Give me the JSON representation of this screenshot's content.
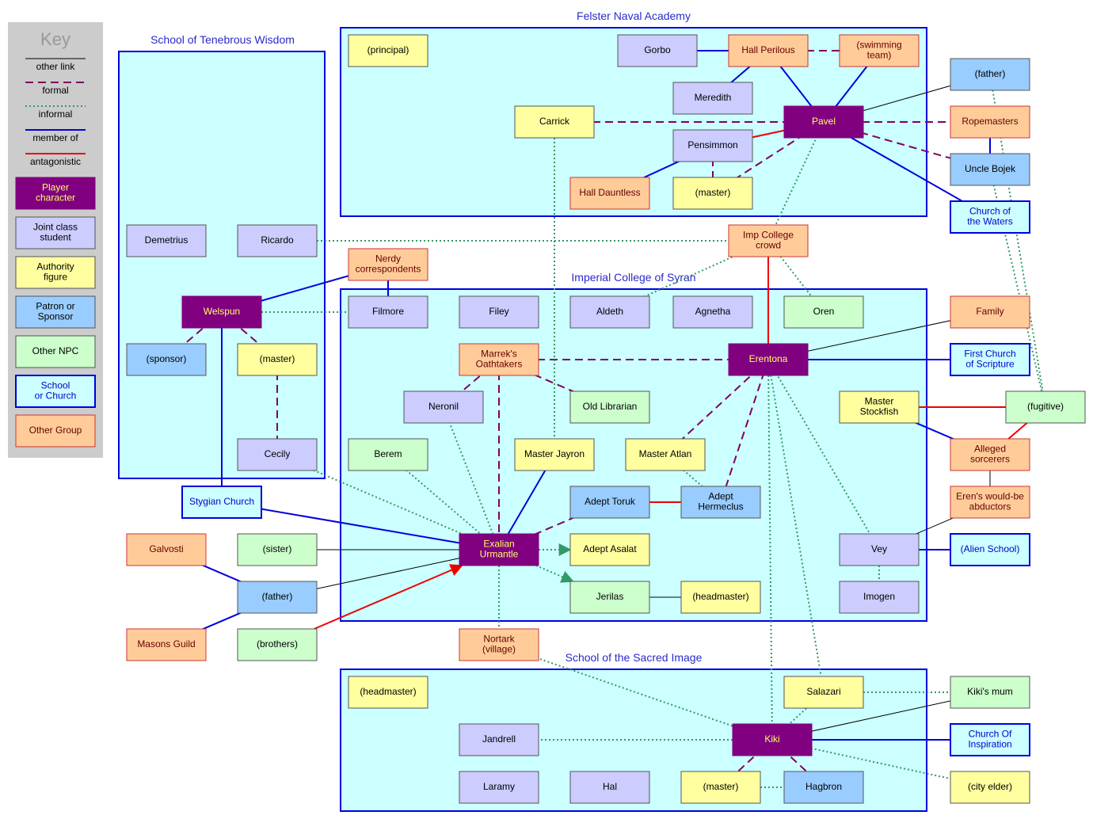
{
  "colors": {
    "player_fill": "#800080",
    "player_text": "#ffff66",
    "student_fill": "#ccccff",
    "authority_fill": "#ffffa0",
    "patron_fill": "#99ccff",
    "npc_fill": "#ccffcc",
    "school_fill": "#ccffff",
    "school_border": "#0000dd",
    "school_text": "#0000cc",
    "group_fill": "#ffcc99",
    "group_text": "#660000",
    "region_fill": "#ccffff",
    "region_border": "#0000dd",
    "key_bg": "#cccccc",
    "link_other": "#000000",
    "link_formal": "#800060",
    "link_informal": "#339966",
    "link_member": "#0000dd",
    "link_antagonistic": "#ee0000"
  },
  "key": {
    "title": "Key",
    "lines": [
      {
        "label": "other link",
        "type": "other"
      },
      {
        "label": "formal",
        "type": "formal"
      },
      {
        "label": "informal",
        "type": "informal"
      },
      {
        "label": "member of",
        "type": "member"
      },
      {
        "label": "antagonistic",
        "type": "antagonistic"
      }
    ],
    "boxes": [
      {
        "label": "Player character",
        "type": "player"
      },
      {
        "label": "Joint class student",
        "type": "student"
      },
      {
        "label": "Authority figure",
        "type": "authority"
      },
      {
        "label": "Patron or Sponsor",
        "type": "patron"
      },
      {
        "label": "Other NPC",
        "type": "npc"
      },
      {
        "label": "School or Church",
        "type": "school"
      },
      {
        "label": "Other Group",
        "type": "group"
      }
    ]
  },
  "regions": [
    {
      "id": "tenebrous",
      "title": "School of Tenebrous Wisdom"
    },
    {
      "id": "felster",
      "title": "Felster Naval Academy"
    },
    {
      "id": "imperial",
      "title": "Imperial College of Syran"
    },
    {
      "id": "sacred",
      "title": "School of the Sacred Image"
    }
  ],
  "nodes": [
    {
      "id": "principal",
      "label": "(principal)",
      "type": "authority"
    },
    {
      "id": "gorbo",
      "label": "Gorbo",
      "type": "student"
    },
    {
      "id": "hallperilous",
      "label": "Hall Perilous",
      "type": "group"
    },
    {
      "id": "swimming",
      "label": "(swimming team)",
      "type": "group"
    },
    {
      "id": "meredith",
      "label": "Meredith",
      "type": "student"
    },
    {
      "id": "carrick",
      "label": "Carrick",
      "type": "authority"
    },
    {
      "id": "pavel",
      "label": "Pavel",
      "type": "player"
    },
    {
      "id": "pensimmon",
      "label": "Pensimmon",
      "type": "student"
    },
    {
      "id": "halldauntless",
      "label": "Hall Dauntless",
      "type": "group"
    },
    {
      "id": "master_fel",
      "label": "(master)",
      "type": "authority"
    },
    {
      "id": "father_pavel",
      "label": "(father)",
      "type": "patron"
    },
    {
      "id": "ropemasters",
      "label": "Ropemasters",
      "type": "group"
    },
    {
      "id": "unclebojek",
      "label": "Uncle Bojek",
      "type": "patron"
    },
    {
      "id": "churchwaters",
      "label": "Church of the Waters",
      "type": "school"
    },
    {
      "id": "demetrius",
      "label": "Demetrius",
      "type": "student"
    },
    {
      "id": "ricardo",
      "label": "Ricardo",
      "type": "student"
    },
    {
      "id": "impcrowd",
      "label": "Imp College crowd",
      "type": "group"
    },
    {
      "id": "nerdy",
      "label": "Nerdy correspondents",
      "type": "group"
    },
    {
      "id": "welspun",
      "label": "Welspun",
      "type": "player"
    },
    {
      "id": "filmore",
      "label": "Filmore",
      "type": "student"
    },
    {
      "id": "filey",
      "label": "Filey",
      "type": "student"
    },
    {
      "id": "aldeth",
      "label": "Aldeth",
      "type": "student"
    },
    {
      "id": "agnetha",
      "label": "Agnetha",
      "type": "student"
    },
    {
      "id": "oren",
      "label": "Oren",
      "type": "npc"
    },
    {
      "id": "family",
      "label": "Family",
      "type": "group"
    },
    {
      "id": "sponsor",
      "label": "(sponsor)",
      "type": "patron"
    },
    {
      "id": "master_ten",
      "label": "(master)",
      "type": "authority"
    },
    {
      "id": "marrek",
      "label": "Marrek's Oathtakers",
      "type": "group"
    },
    {
      "id": "erentona",
      "label": "Erentona",
      "type": "player"
    },
    {
      "id": "firstchurch",
      "label": "First Church of Scripture",
      "type": "school"
    },
    {
      "id": "neronil",
      "label": "Neronil",
      "type": "student"
    },
    {
      "id": "oldlibrarian",
      "label": "Old Librarian",
      "type": "npc"
    },
    {
      "id": "stockfish",
      "label": "Master Stockfish",
      "type": "authority"
    },
    {
      "id": "fugitive",
      "label": "(fugitive)",
      "type": "npc"
    },
    {
      "id": "cecily",
      "label": "Cecily",
      "type": "student"
    },
    {
      "id": "berem",
      "label": "Berem",
      "type": "npc"
    },
    {
      "id": "jayron",
      "label": "Master Jayron",
      "type": "authority"
    },
    {
      "id": "atlan",
      "label": "Master Atlan",
      "type": "authority"
    },
    {
      "id": "sorcerers",
      "label": "Alleged sorcerers",
      "type": "group"
    },
    {
      "id": "stygian",
      "label": "Stygian Church",
      "type": "school"
    },
    {
      "id": "toruk",
      "label": "Adept Toruk",
      "type": "patron"
    },
    {
      "id": "hermeclus",
      "label": "Adept Hermeclus",
      "type": "patron"
    },
    {
      "id": "abductors",
      "label": "Eren's would-be abductors",
      "type": "group"
    },
    {
      "id": "galvosti",
      "label": "Galvosti",
      "type": "group"
    },
    {
      "id": "sister",
      "label": "(sister)",
      "type": "npc"
    },
    {
      "id": "exalian",
      "label": "Exalian Urmantle",
      "type": "player"
    },
    {
      "id": "asalat",
      "label": "Adept Asalat",
      "type": "authority"
    },
    {
      "id": "vey",
      "label": "Vey",
      "type": "student"
    },
    {
      "id": "alienschool",
      "label": "(Alien School)",
      "type": "school"
    },
    {
      "id": "father_ex",
      "label": "(father)",
      "type": "patron"
    },
    {
      "id": "jerilas",
      "label": "Jerilas",
      "type": "npc"
    },
    {
      "id": "headmaster_imp",
      "label": "(headmaster)",
      "type": "authority"
    },
    {
      "id": "imogen",
      "label": "Imogen",
      "type": "student"
    },
    {
      "id": "masons",
      "label": "Masons Guild",
      "type": "group"
    },
    {
      "id": "brothers",
      "label": "(brothers)",
      "type": "npc"
    },
    {
      "id": "nortark",
      "label": "Nortark (village)",
      "type": "group"
    },
    {
      "id": "headmaster_sac",
      "label": "(headmaster)",
      "type": "authority"
    },
    {
      "id": "salazari",
      "label": "Salazari",
      "type": "authority"
    },
    {
      "id": "kikimum",
      "label": "Kiki's mum",
      "type": "npc"
    },
    {
      "id": "jandrell",
      "label": "Jandrell",
      "type": "student"
    },
    {
      "id": "kiki",
      "label": "Kiki",
      "type": "player"
    },
    {
      "id": "churchinspiration",
      "label": "Church Of Inspiration",
      "type": "school"
    },
    {
      "id": "laramy",
      "label": "Laramy",
      "type": "student"
    },
    {
      "id": "hal",
      "label": "Hal",
      "type": "student"
    },
    {
      "id": "master_sac",
      "label": "(master)",
      "type": "authority"
    },
    {
      "id": "hagbron",
      "label": "Hagbron",
      "type": "patron"
    },
    {
      "id": "cityelder",
      "label": "(city elder)",
      "type": "authority"
    }
  ],
  "links": [
    {
      "from": "gorbo",
      "to": "hallperilous",
      "type": "member"
    },
    {
      "from": "hallperilous",
      "to": "swimming",
      "type": "formal"
    },
    {
      "from": "hallperilous",
      "to": "pavel",
      "type": "member"
    },
    {
      "from": "swimming",
      "to": "pavel",
      "type": "member"
    },
    {
      "from": "meredith",
      "to": "hallperilous",
      "type": "member"
    },
    {
      "from": "carrick",
      "to": "pavel",
      "type": "formal"
    },
    {
      "from": "pavel",
      "to": "ropemasters",
      "type": "formal"
    },
    {
      "from": "pavel",
      "to": "father_pavel",
      "type": "other"
    },
    {
      "from": "pavel",
      "to": "unclebojek",
      "type": "formal"
    },
    {
      "from": "ropemasters",
      "to": "unclebojek",
      "type": "member"
    },
    {
      "from": "pavel",
      "to": "churchwaters",
      "type": "member"
    },
    {
      "from": "pensimmon",
      "to": "pavel",
      "type": "antagonistic"
    },
    {
      "from": "pensimmon",
      "to": "halldauntless",
      "type": "member"
    },
    {
      "from": "pensimmon",
      "to": "master_fel",
      "type": "formal"
    },
    {
      "from": "master_fel",
      "to": "pavel",
      "type": "formal"
    },
    {
      "from": "pavel",
      "to": "impcrowd",
      "type": "informal"
    },
    {
      "from": "father_pavel",
      "to": "fugitive",
      "type": "informal"
    },
    {
      "from": "unclebojek",
      "to": "fugitive",
      "type": "informal"
    },
    {
      "from": "ricardo",
      "to": "impcrowd",
      "type": "informal"
    },
    {
      "from": "impcrowd",
      "to": "erentona",
      "type": "antagonistic"
    },
    {
      "from": "impcrowd",
      "to": "aldeth",
      "type": "informal"
    },
    {
      "from": "impcrowd",
      "to": "oren",
      "type": "informal"
    },
    {
      "from": "nerdy",
      "to": "welspun",
      "type": "member"
    },
    {
      "from": "nerdy",
      "to": "filmore",
      "type": "member"
    },
    {
      "from": "welspun",
      "to": "filmore",
      "type": "informal"
    },
    {
      "from": "welspun",
      "to": "sponsor",
      "type": "formal"
    },
    {
      "from": "welspun",
      "to": "master_ten",
      "type": "formal"
    },
    {
      "from": "master_ten",
      "to": "cecily",
      "type": "formal"
    },
    {
      "from": "welspun",
      "to": "stygian",
      "type": "member"
    },
    {
      "from": "stygian",
      "to": "exalian",
      "type": "member"
    },
    {
      "from": "marrek",
      "to": "erentona",
      "type": "formal"
    },
    {
      "from": "marrek",
      "to": "neronil",
      "type": "formal"
    },
    {
      "from": "marrek",
      "to": "oldlibrarian",
      "type": "formal"
    },
    {
      "from": "marrek",
      "to": "exalian",
      "type": "formal"
    },
    {
      "from": "erentona",
      "to": "family",
      "type": "other"
    },
    {
      "from": "erentona",
      "to": "firstchurch",
      "type": "member"
    },
    {
      "from": "erentona",
      "to": "atlan",
      "type": "formal"
    },
    {
      "from": "erentona",
      "to": "hermeclus",
      "type": "formal"
    },
    {
      "from": "erentona",
      "to": "vey",
      "type": "informal"
    },
    {
      "from": "erentona",
      "to": "salazari",
      "type": "informal"
    },
    {
      "from": "erentona",
      "to": "kiki",
      "type": "informal"
    },
    {
      "from": "stockfish",
      "to": "fugitive",
      "type": "antagonistic"
    },
    {
      "from": "stockfish",
      "to": "sorcerers",
      "type": "member"
    },
    {
      "from": "fugitive",
      "to": "sorcerers",
      "type": "antagonistic"
    },
    {
      "from": "sorcerers",
      "to": "abductors",
      "type": "other"
    },
    {
      "from": "abductors",
      "to": "vey",
      "type": "other"
    },
    {
      "from": "neronil",
      "to": "exalian",
      "type": "informal"
    },
    {
      "from": "berem",
      "to": "exalian",
      "type": "informal"
    },
    {
      "from": "cecily",
      "to": "exalian",
      "type": "informal"
    },
    {
      "from": "carrick",
      "to": "jayron",
      "type": "informal"
    },
    {
      "from": "jayron",
      "to": "exalian",
      "type": "member"
    },
    {
      "from": "atlan",
      "to": "hermeclus",
      "type": "informal"
    },
    {
      "from": "toruk",
      "to": "hermeclus",
      "type": "antagonistic"
    },
    {
      "from": "exalian",
      "to": "toruk",
      "type": "formal"
    },
    {
      "from": "exalian",
      "to": "asalat",
      "type": "informal"
    },
    {
      "from": "exalian",
      "to": "jerilas",
      "type": "informal"
    },
    {
      "from": "exalian",
      "to": "sister",
      "type": "other"
    },
    {
      "from": "exalian",
      "to": "father_ex",
      "type": "other"
    },
    {
      "from": "brothers",
      "to": "exalian",
      "type": "antagonistic"
    },
    {
      "from": "exalian",
      "to": "nortark",
      "type": "informal"
    },
    {
      "from": "galvosti",
      "to": "father_ex",
      "type": "member"
    },
    {
      "from": "masons",
      "to": "father_ex",
      "type": "member"
    },
    {
      "from": "jerilas",
      "to": "headmaster_imp",
      "type": "other"
    },
    {
      "from": "vey",
      "to": "alienschool",
      "type": "member"
    },
    {
      "from": "vey",
      "to": "imogen",
      "type": "informal"
    },
    {
      "from": "nortark",
      "to": "kiki",
      "type": "informal"
    },
    {
      "from": "salazari",
      "to": "kiki",
      "type": "informal"
    },
    {
      "from": "salazari",
      "to": "kikimum",
      "type": "informal"
    },
    {
      "from": "kiki",
      "to": "kikimum",
      "type": "other"
    },
    {
      "from": "kiki",
      "to": "churchinspiration",
      "type": "member"
    },
    {
      "from": "kiki",
      "to": "cityelder",
      "type": "informal"
    },
    {
      "from": "kiki",
      "to": "jandrell",
      "type": "informal"
    },
    {
      "from": "kiki",
      "to": "master_sac",
      "type": "formal"
    },
    {
      "from": "kiki",
      "to": "hagbron",
      "type": "formal"
    },
    {
      "from": "master_sac",
      "to": "hagbron",
      "type": "informal"
    }
  ]
}
